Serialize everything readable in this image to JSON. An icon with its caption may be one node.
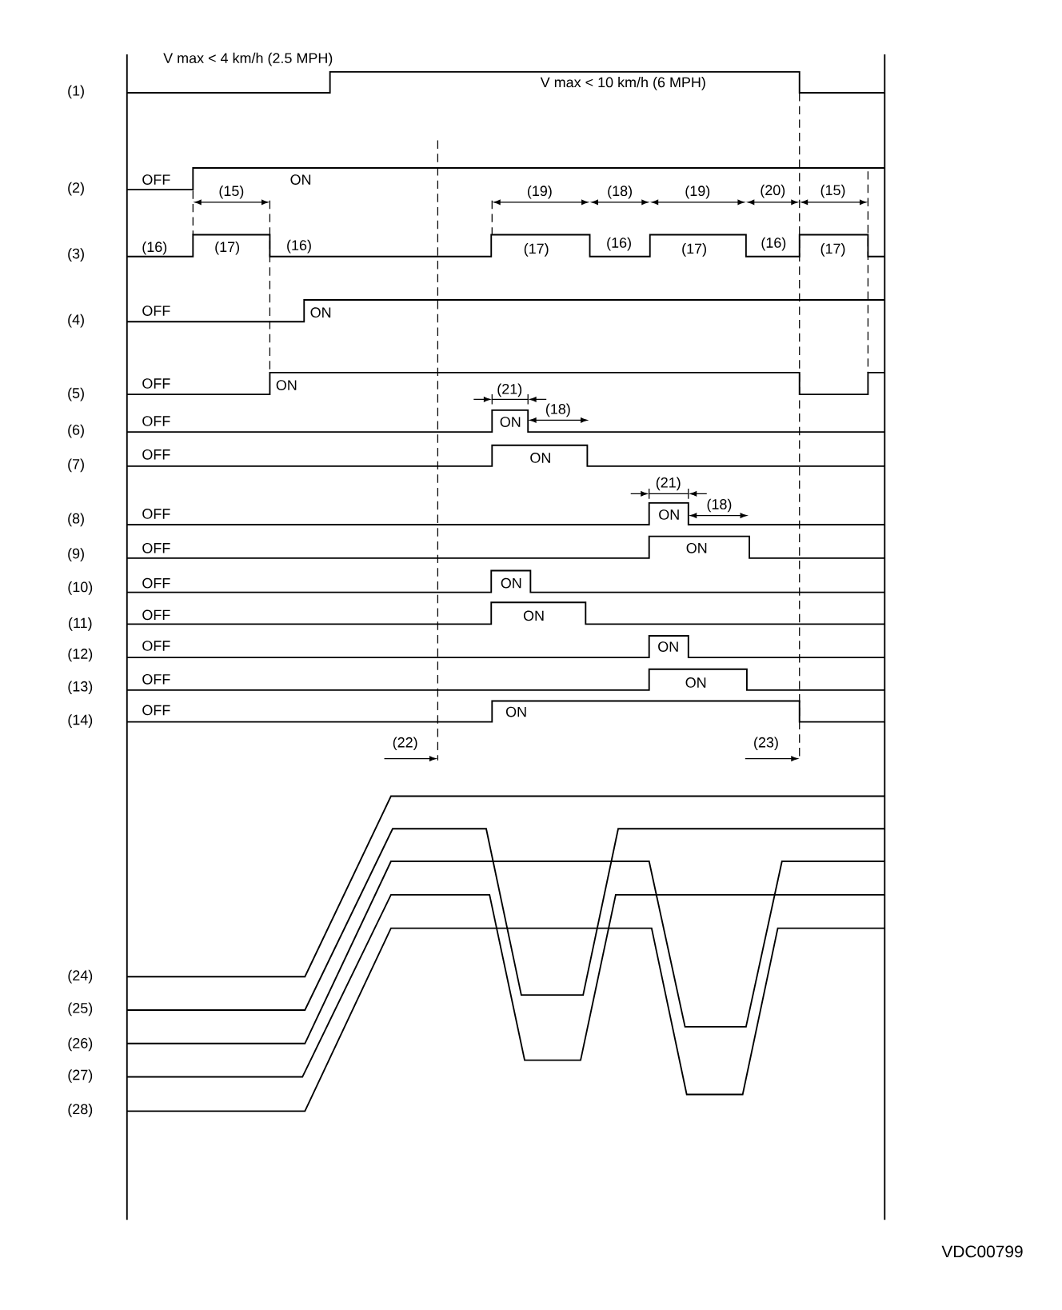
{
  "diagram": {
    "labels": [
      "V max < 4 km/h (2.5 MPH)",
      "V max < 10 km/h (6 MPH)",
      "(1)",
      "OFF",
      "ON",
      "(2)",
      "(15)",
      "(19)",
      "(18)",
      "(19)",
      "(20)",
      "(15)",
      "(3)",
      "(16)",
      "(17)",
      "(16)",
      "(17)",
      "(16)",
      "(17)",
      "(16)",
      "(17)",
      "(4)",
      "OFF",
      "ON",
      "(5)",
      "OFF",
      "ON",
      "(21)",
      "(18)",
      "(6)",
      "OFF",
      "ON",
      "(7)",
      "OFF",
      "ON",
      "(21)",
      "(18)",
      "(8)",
      "OFF",
      "ON",
      "(9)",
      "OFF",
      "ON",
      "(10)",
      "OFF",
      "ON",
      "(11)",
      "OFF",
      "ON",
      "(12)",
      "OFF",
      "ON",
      "(13)",
      "OFF",
      "ON",
      "(14)",
      "OFF",
      "ON",
      "(22)",
      "(23)",
      "(24)",
      "(25)",
      "(26)",
      "(27)",
      "(28)",
      "VDC00799"
    ]
  }
}
